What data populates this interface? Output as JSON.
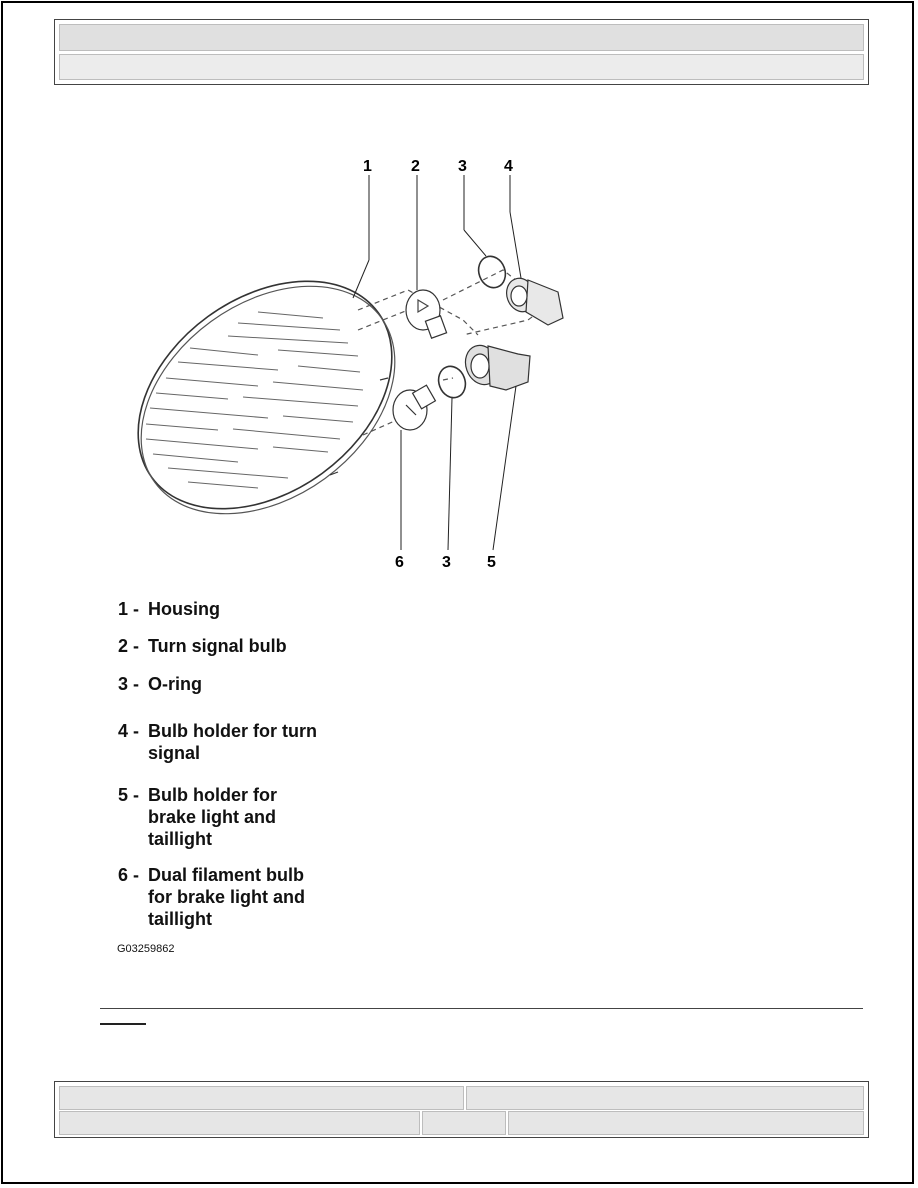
{
  "figure": {
    "callouts": {
      "top": [
        "1",
        "2",
        "3",
        "4"
      ],
      "bottom": [
        "6",
        "3",
        "5"
      ]
    },
    "code": "G03259862"
  },
  "legend": [
    {
      "num": "1 -",
      "line1": "Housing",
      "line2": "",
      "line3": ""
    },
    {
      "num": "2 -",
      "line1": "Turn signal bulb",
      "line2": "",
      "line3": ""
    },
    {
      "num": "3 -",
      "line1": "O-ring",
      "line2": "",
      "line3": ""
    },
    {
      "num": "4 -",
      "line1": "Bulb holder for turn",
      "line2": "signal",
      "line3": ""
    },
    {
      "num": "5 -",
      "line1": "Bulb holder for",
      "line2": "brake light and",
      "line3": "taillight"
    },
    {
      "num": "6 -",
      "line1": "Dual filament bulb",
      "line2": "for brake light and",
      "line3": "taillight"
    }
  ]
}
